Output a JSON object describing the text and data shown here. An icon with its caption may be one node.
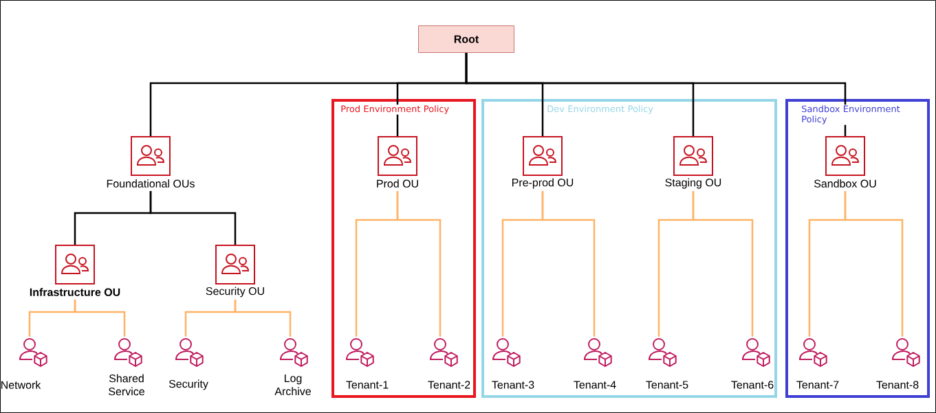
{
  "diagram": {
    "nodes": [
      {
        "text": [
          "Root"
        ]
      },
      {
        "text": [
          "Prod Environment Policy"
        ]
      },
      {
        "text": [
          "Dev Environment Policy"
        ]
      },
      {
        "text": [
          "Sandbox Environment Policy"
        ]
      },
      {
        "text": [
          "Foundational OUs"
        ]
      },
      {
        "text": [
          "Infrastructure OU"
        ]
      },
      {
        "text": [
          "Security OU"
        ]
      },
      {
        "text": [
          "Prod OU"
        ],
        "in": 1
      },
      {
        "text": [
          "Pre-prod OU"
        ],
        "in": 2
      },
      {
        "text": [
          "Staging OU"
        ],
        "in": 2
      },
      {
        "text": [
          "Sandbox OU"
        ],
        "in": 3
      },
      {
        "text": [
          "Network"
        ]
      },
      {
        "text": [
          "Shared Service"
        ]
      },
      {
        "text": [
          "Security"
        ]
      },
      {
        "text": [
          "Log Archive"
        ]
      },
      {
        "text": [
          "Tenant-1"
        ],
        "in": 1
      },
      {
        "text": [
          "Tenant-2"
        ],
        "in": 1
      },
      {
        "text": [
          "Tenant-3"
        ],
        "in": 2
      },
      {
        "text": [
          "Tenant-4"
        ],
        "in": 2
      },
      {
        "text": [
          "Tenant-5"
        ],
        "in": 2
      },
      {
        "text": [
          "Tenant-6"
        ],
        "in": 2
      },
      {
        "text": [
          "Tenant-7"
        ],
        "in": 3
      },
      {
        "text": [
          "Tenant-8"
        ],
        "in": 3
      }
    ],
    "edges": [
      {
        "from": 0,
        "to": 4,
        "arrow": "none",
        "color": "#000000"
      },
      {
        "from": 0,
        "to": 7,
        "arrow": "none",
        "color": "#000000"
      },
      {
        "from": 0,
        "to": 8,
        "arrow": "none",
        "color": "#000000"
      },
      {
        "from": 0,
        "to": 9,
        "arrow": "none",
        "color": "#000000"
      },
      {
        "from": 0,
        "to": 10,
        "arrow": "none",
        "color": "#000000"
      },
      {
        "from": 4,
        "to": 5,
        "arrow": "none",
        "color": "#000000"
      },
      {
        "from": 4,
        "to": 6,
        "arrow": "none",
        "color": "#000000"
      },
      {
        "from": 5,
        "to": 11,
        "arrow": "none"
      },
      {
        "from": 5,
        "to": 12,
        "arrow": "none"
      },
      {
        "from": 6,
        "to": 13,
        "arrow": "none"
      },
      {
        "from": 6,
        "to": 14,
        "arrow": "none"
      },
      {
        "from": 7,
        "to": 15,
        "arrow": "none"
      },
      {
        "from": 7,
        "to": 16,
        "arrow": "none"
      },
      {
        "from": 8,
        "to": 17,
        "arrow": "none"
      },
      {
        "from": 8,
        "to": 18,
        "arrow": "none"
      },
      {
        "from": 9,
        "to": 19,
        "arrow": "none"
      },
      {
        "from": 9,
        "to": 20,
        "arrow": "none"
      },
      {
        "from": 10,
        "to": 21,
        "arrow": "none"
      },
      {
        "from": 10,
        "to": 22,
        "arrow": "none"
      }
    ]
  }
}
